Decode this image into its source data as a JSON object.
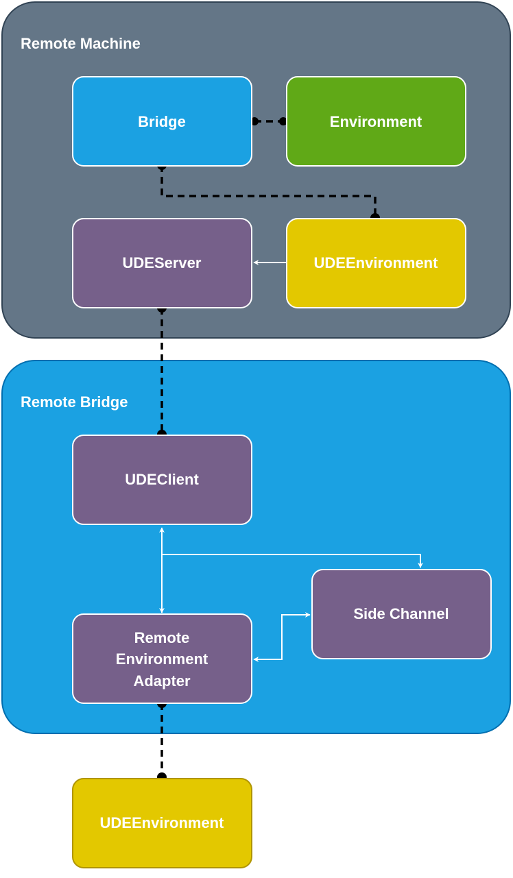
{
  "containers": {
    "remote_machine": {
      "label": "Remote Machine",
      "fill": "#647687",
      "stroke": "#314354"
    },
    "remote_bridge": {
      "label": "Remote Bridge",
      "fill": "#1ba1e2",
      "stroke": "#006eaf"
    }
  },
  "nodes": {
    "bridge": {
      "label": "Bridge",
      "fill": "#1ba1e2"
    },
    "environment": {
      "label": "Environment",
      "fill": "#60a917"
    },
    "ude_server": {
      "label": "UDEServer",
      "fill": "#76608a"
    },
    "ude_environment_top": {
      "label": "UDEEnvironment",
      "fill": "#e3c800"
    },
    "ude_client": {
      "label": "UDEClient",
      "fill": "#76608a"
    },
    "side_channel": {
      "label": "Side Channel",
      "fill": "#76608a"
    },
    "remote_env_adapter": {
      "label_lines": [
        "Remote",
        "Environment",
        "Adapter"
      ],
      "fill": "#76608a"
    },
    "ude_environment_bottom": {
      "label": "UDEEnvironment",
      "fill": "#e3c800",
      "stroke": "#b09500"
    }
  }
}
